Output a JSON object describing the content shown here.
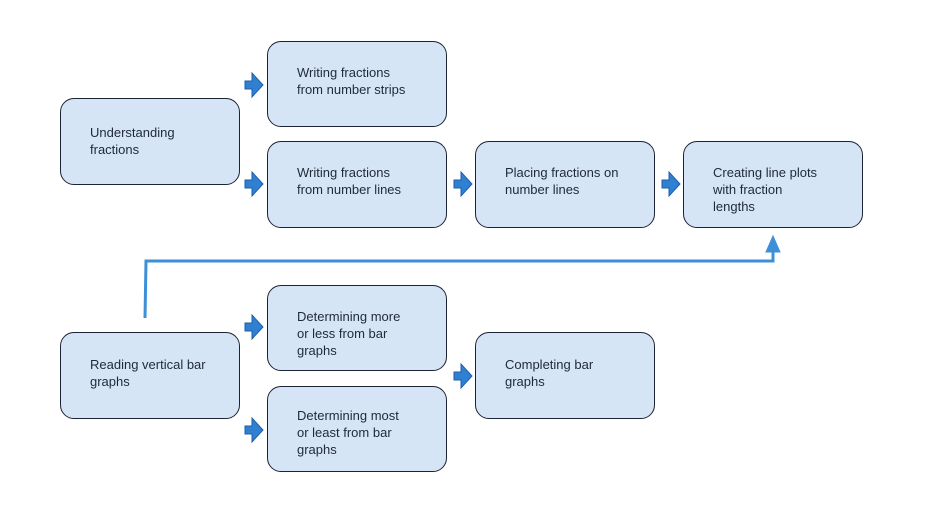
{
  "boxes": {
    "understanding": "Understanding\nfractions",
    "strips": "Writing fractions\nfrom number strips",
    "lines": "Writing fractions\nfrom number lines",
    "placing": "Placing fractions on\nnumber lines",
    "lineplots": "Creating line plots\nwith fraction\nlengths",
    "reading": "Reading vertical bar\ngraphs",
    "moreless": "Determining more\nor less from bar\ngraphs",
    "mostleast": "Determining most\nor least from bar\ngraphs",
    "completing": "Completing bar\ngraphs"
  },
  "colors": {
    "box_fill": "#d6e5f6",
    "box_border": "#1c2434",
    "arrow_fill": "#2f80d1",
    "arrow_stroke": "#1d5ea8",
    "connector": "#3d8fd8"
  },
  "icons": {
    "small_arrow": "block-right-arrow-icon",
    "long_arrow": "elbow-connector-arrow"
  }
}
